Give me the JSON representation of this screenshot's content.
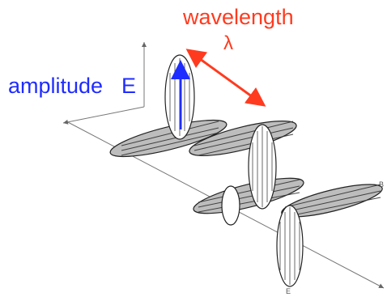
{
  "annotations": {
    "wavelength_label": "wavelength",
    "wavelength_symbol": "λ",
    "amplitude_label": "amplitude",
    "amplitude_symbol": "E"
  },
  "axis_letters": {
    "b_field": "B",
    "e_field": "E"
  },
  "colors": {
    "wavelength": "#ff3b1f",
    "amplitude": "#1f2cff",
    "wave_line": "#222222"
  }
}
